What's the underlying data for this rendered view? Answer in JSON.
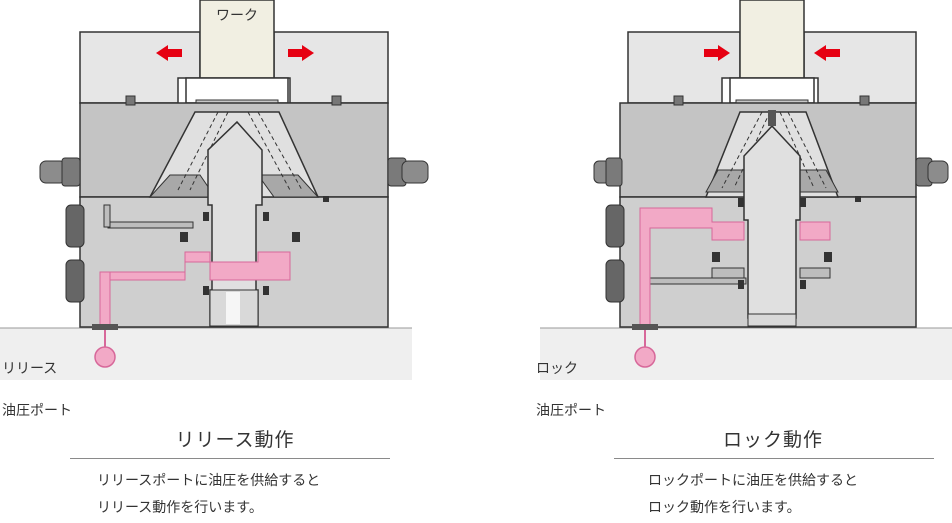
{
  "colors": {
    "jaw": "#e6e6e6",
    "body": "#d0d0d0",
    "body_dark": "#b7b7b7",
    "piston": "#e0e0e0",
    "outline": "#333333",
    "oil": "#f2a9c6",
    "oil_line": "#d7689a",
    "arrow": "#e60012",
    "work": "#f1efe2",
    "base": "#efefef",
    "text": "#333333"
  },
  "work_label": "ワーク",
  "panels": [
    {
      "port_label_line1": "リリース",
      "port_label_line2": "油圧ポート",
      "title": "リリース動作",
      "description_line1": "リリースポートに油圧を供給すると",
      "description_line2": "リリース動作を行います。"
    },
    {
      "port_label_line1": "ロック",
      "port_label_line2": "油圧ポート",
      "title": "ロック動作",
      "description_line1": "ロックポートに油圧を供給すると",
      "description_line2": "ロック動作を行います。"
    }
  ]
}
